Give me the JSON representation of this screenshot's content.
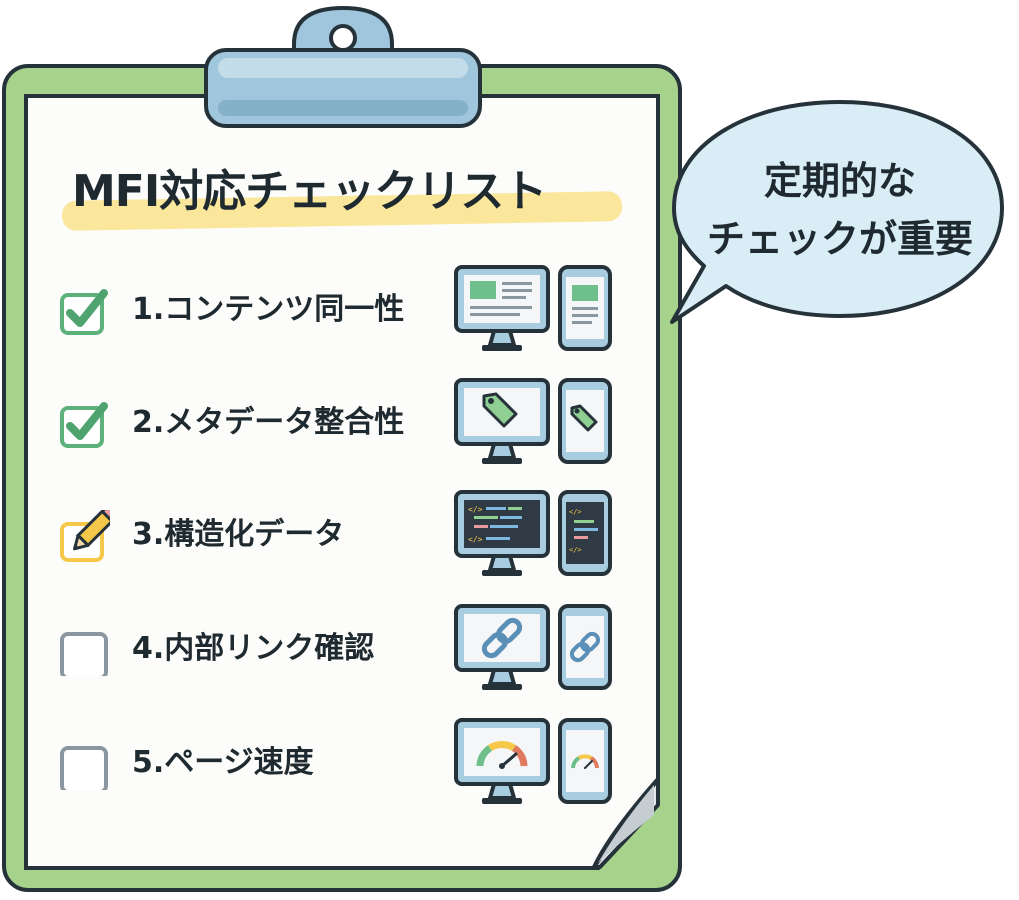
{
  "title": "MFI対応チェックリスト",
  "bubble": {
    "line1": "定期的な",
    "line2": "チェックが重要"
  },
  "items": [
    {
      "label": "1.コンテンツ同一性",
      "status": "checked",
      "icon": "webpage-layout-icon"
    },
    {
      "label": "2.メタデータ整合性",
      "status": "checked",
      "icon": "tag-icon"
    },
    {
      "label": "3.構造化データ",
      "status": "in-progress",
      "icon": "code-icon"
    },
    {
      "label": "4.内部リンク確認",
      "status": "unchecked",
      "icon": "link-icon"
    },
    {
      "label": "5.ページ速度",
      "status": "unchecked",
      "icon": "speedometer-icon"
    }
  ],
  "colors": {
    "board": "#a6d28c",
    "outline": "#26323a",
    "clip": "#9fc6dd",
    "check_green": "#5cb27a",
    "pencil_yellow": "#f6c84a",
    "title_highlight": "#fbe79b",
    "bubble_fill": "#d9edf7"
  }
}
